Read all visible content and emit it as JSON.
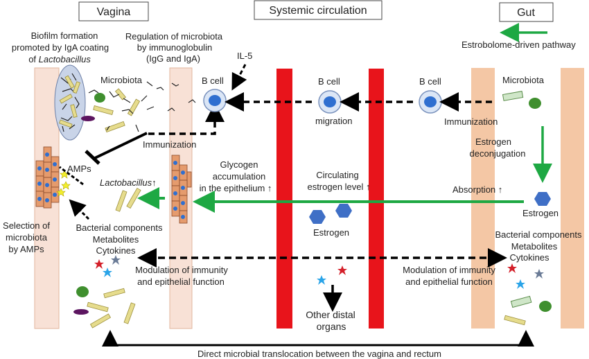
{
  "headers": {
    "vagina": "Vagina",
    "systemic": "Systemic circulation",
    "gut": "Gut"
  },
  "legend": {
    "green_arrow_text": "Estrobolome-driven pathway"
  },
  "vagina": {
    "biofilm_line1": "Biofilm formation",
    "biofilm_line2": "promoted by IgA coating",
    "biofilm_line3_prefix": "of ",
    "biofilm_line3_italic": "Lactobacillus",
    "regulation_line1": "Regulation of microbiota",
    "regulation_line2": "by immunoglobulin",
    "regulation_line3": "(IgG and IgA)",
    "il5": "IL-5",
    "microbiota": "Microbiota",
    "bcell": "B cell",
    "immunization": "Immunization",
    "amps": "AMPs",
    "lactobacillus": "Lactobacillus",
    "uparrow": "↑",
    "glycogen_line1": "Glycogen",
    "glycogen_line2": "accumulation",
    "glycogen_line3": "in the epithelium ↑",
    "selection_line1": "Selection of",
    "selection_line2": "microbiota",
    "selection_line3": "by AMPs",
    "bacterial_line1": "Bacterial components",
    "bacterial_line2": "Metabolites",
    "bacterial_line3": "Cytokines",
    "modulation_line1": "Modulation of immunity",
    "modulation_line2": "and epithelial function"
  },
  "systemic": {
    "bcell": "B cell",
    "migration": "migration",
    "circulating_line1": "Circulating",
    "circulating_line2": "estrogen level ↑",
    "estrogen": "Estrogen",
    "other_line1": "Other distal",
    "other_line2": "organs"
  },
  "gut": {
    "bcell": "B cell",
    "immunization": "Immunization",
    "microbiota": "Microbiota",
    "deconj_line1": "Estrogen",
    "deconj_line2": "deconjugation",
    "absorption": "Absorption ↑",
    "estrogen": "Estrogen",
    "bacterial_line1": "Bacterial components",
    "bacterial_line2": "Metabolites",
    "bacterial_line3": "Cytokines",
    "modulation_line1": "Modulation of immunity",
    "modulation_line2": "and epithelial function"
  },
  "footer": "Direct microbial translocation between the vagina and rectum",
  "colors": {
    "vessel_red": "#e8141b",
    "green": "#1ea843",
    "epithelium_pink": "#f8e1d6",
    "gut_orange": "#f4c7a5",
    "bcell_blue": "#2f6fd0",
    "estrogen_blue": "#3f6fc6",
    "cell_orange": "#e59b6d",
    "rod_yellow": "#e6dc8d",
    "coccus_green": "#3f8f2e",
    "purple": "#5c1560",
    "star_red": "#d4202a",
    "star_blue": "#2aa4e8",
    "star_gray": "#6a7b96"
  }
}
